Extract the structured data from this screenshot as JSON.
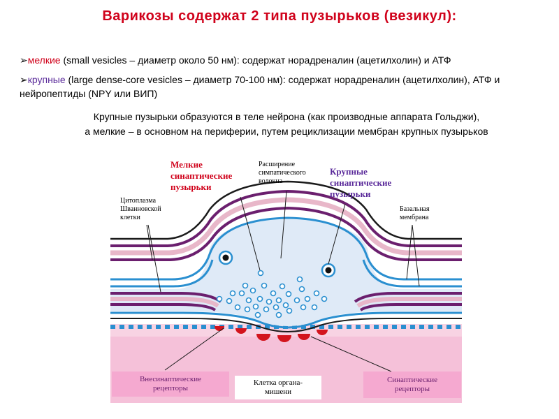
{
  "title": "Варикозы содержат 2 типа пузырьков (везикул):",
  "bullets": [
    {
      "marker": "➢",
      "highlight": "мелкие",
      "text": " (small vesicles – диаметр около 50 нм): содержат норадреналин (ацетилхолин) и АТФ"
    },
    {
      "marker": "➢",
      "highlight": "крупные",
      "text": " (large dense-core vesicles – диаметр 70-100 нм): содержат норадреналин (ацетилхолин), АТФ и нейропептиды (NPY или ВИП)"
    }
  ],
  "paragraph": {
    "line1": "Крупные пузырьки образуются в теле нейрона (как производные аппарата Гольджи),",
    "line2": "а мелкие – в основном  на периферии, путем рециклизации мембран крупных пузырьков"
  },
  "diagram": {
    "label_small_vesicles": [
      "Мелкие",
      "синаптические",
      "пузырьки"
    ],
    "label_large_vesicles": [
      "Крупные",
      "синаптические",
      "пузырьки"
    ],
    "label_expansion": [
      "Расширение",
      "симпатического",
      "волокна"
    ],
    "label_cytoplasm": [
      "Цитоплазма",
      "Шванновской",
      "клетки"
    ],
    "label_basal": [
      "Базальная",
      "мембрана"
    ],
    "box_extrasynaptic": [
      "Внесинаптические",
      "рецепторы"
    ],
    "box_target": [
      "Клетка органа-",
      "мишени"
    ],
    "box_synaptic": [
      "Синаптические",
      "рецепторы"
    ]
  },
  "colors": {
    "title": "#d0021b",
    "small_highlight": "#d0021b",
    "large_highlight": "#5a2a9a",
    "membrane_purple": "#6b1f6e",
    "membrane_blue": "#2a8fd0",
    "membrane_pink": "#e8b7c9",
    "fiber_fill": "#dfeaf7",
    "target_cell": "#f5c1d9",
    "receptor_red": "#d3141d",
    "receptor_blue": "#2a8fd0"
  }
}
